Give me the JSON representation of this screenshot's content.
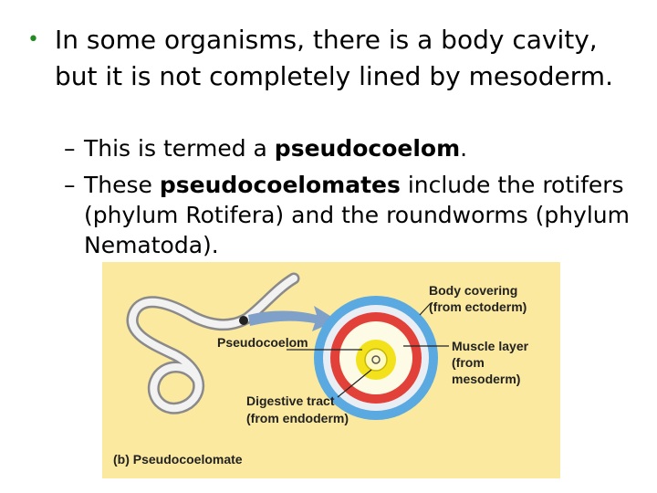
{
  "bullet": {
    "text": "In some organisms, there is a body cavity, but it is not completely lined by mesoderm.",
    "marker": "•"
  },
  "subbullets": [
    {
      "pre": "This is termed a ",
      "bold": "pseudocoelom",
      "post": "."
    },
    {
      "pre": "These ",
      "bold": "pseudocoelomates",
      "post": " include the rotifers (phylum Rotifera) and the roundworms (phylum Nematoda)."
    }
  ],
  "figure": {
    "labels": {
      "body_covering_1": "Body covering",
      "body_covering_2": "(from ectoderm)",
      "pseudocoelom": "Pseudocoelom",
      "muscle_1": "Muscle layer",
      "muscle_2": "(from",
      "muscle_3": "mesoderm)",
      "digestive_1": "Digestive tract",
      "digestive_2": "(from endoderm)",
      "caption": "(b) Pseudocoelomate"
    },
    "colors": {
      "background": "#fbe99f",
      "ectoderm": "#5aa9e0",
      "mesoderm": "#e2413a",
      "endoderm": "#f3e21b",
      "arrow": "#7fa0c8"
    }
  }
}
